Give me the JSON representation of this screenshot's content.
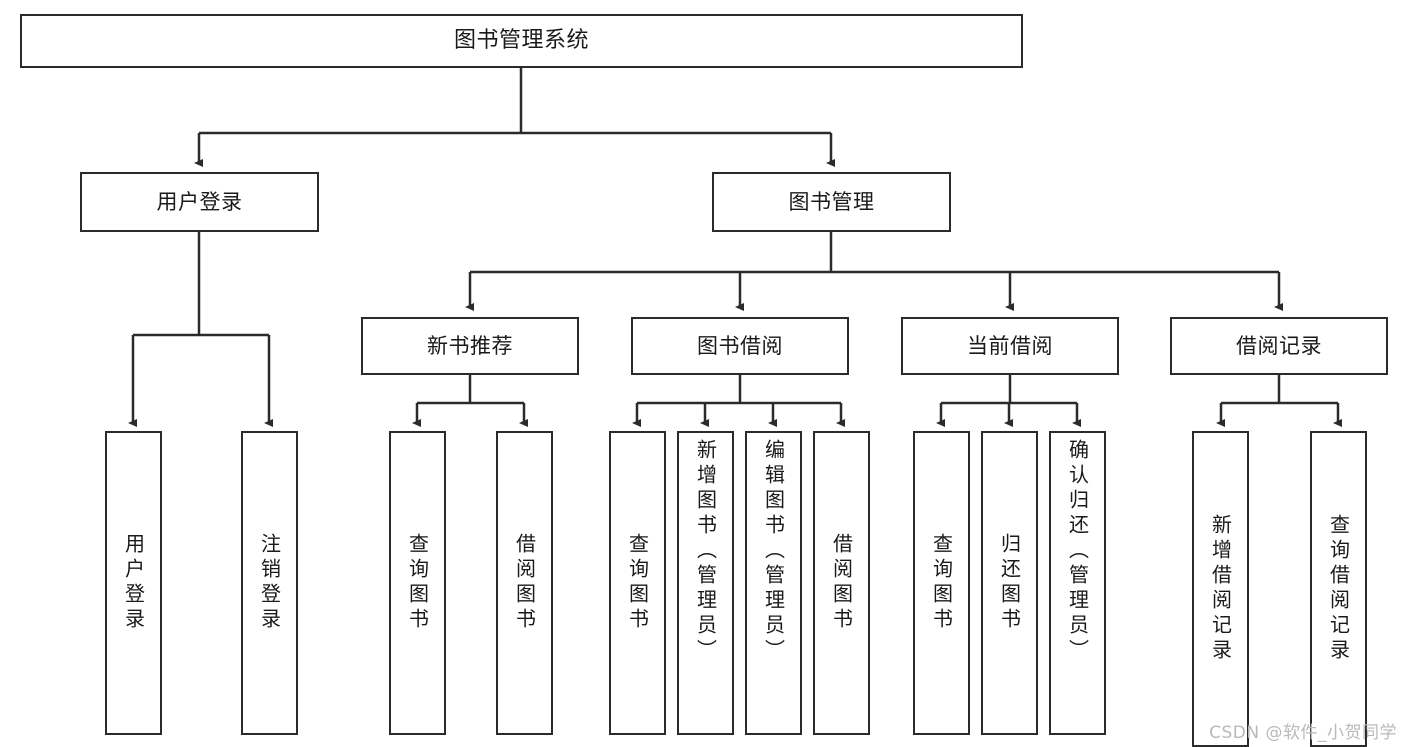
{
  "diagram": {
    "title": "图书管理系统",
    "type": "tree-hierarchy",
    "watermark": "CSDN @软件_小贺同学",
    "colors": {
      "stroke": "#2b2b2b",
      "fill": "#ffffff",
      "text": "#1a1a1a",
      "watermark": "#b9b9b9"
    },
    "nodes": {
      "root": {
        "label": "图书管理系统",
        "level": 1
      },
      "level2": [
        {
          "id": "user-login",
          "label": "用户登录"
        },
        {
          "id": "book-management",
          "label": "图书管理"
        }
      ],
      "level3": [
        {
          "id": "new-book-recommend",
          "label": "新书推荐"
        },
        {
          "id": "book-borrow",
          "label": "图书借阅"
        },
        {
          "id": "current-borrow",
          "label": "当前借阅"
        },
        {
          "id": "borrow-record",
          "label": "借阅记录"
        }
      ],
      "leaves": [
        {
          "id": "leaf-user-login",
          "label": "用户登录",
          "parent": "user-login"
        },
        {
          "id": "leaf-logout-login",
          "label": "注销登录",
          "parent": "user-login"
        },
        {
          "id": "leaf-query-book-1",
          "label": "查询图书",
          "parent": "new-book-recommend"
        },
        {
          "id": "leaf-borrow-book-1",
          "label": "借阅图书",
          "parent": "new-book-recommend"
        },
        {
          "id": "leaf-query-book-2",
          "label": "查询图书",
          "parent": "book-borrow"
        },
        {
          "id": "leaf-add-book-admin",
          "label": "新增图书（管理员）",
          "parent": "book-borrow"
        },
        {
          "id": "leaf-edit-book-admin",
          "label": "编辑图书（管理员）",
          "parent": "book-borrow"
        },
        {
          "id": "leaf-borrow-book-2",
          "label": "借阅图书",
          "parent": "book-borrow"
        },
        {
          "id": "leaf-query-book-3",
          "label": "查询图书",
          "parent": "current-borrow"
        },
        {
          "id": "leaf-return-book",
          "label": "归还图书",
          "parent": "current-borrow"
        },
        {
          "id": "leaf-confirm-return-admin",
          "label": "确认归还（管理员）",
          "parent": "current-borrow"
        },
        {
          "id": "leaf-add-borrow-record",
          "label": "新增借阅记录",
          "parent": "borrow-record"
        },
        {
          "id": "leaf-query-borrow-record",
          "label": "查询借阅记录",
          "parent": "borrow-record"
        }
      ]
    }
  }
}
